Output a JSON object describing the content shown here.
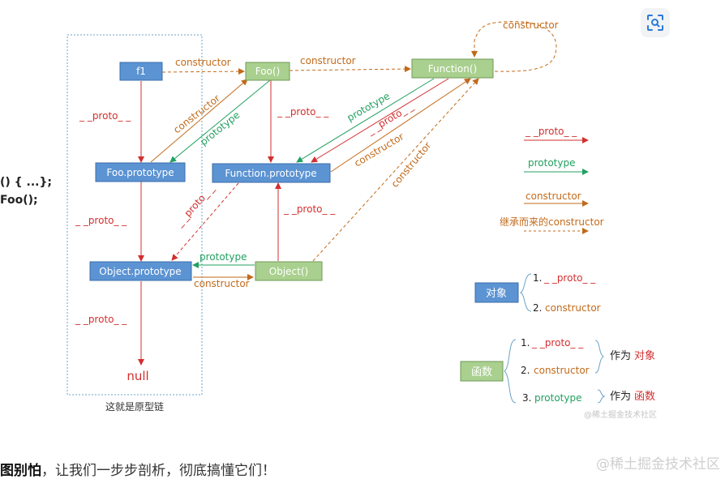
{
  "left_code": {
    "line1": "() { ...};",
    "line2": "Foo();"
  },
  "nodes": {
    "f1": "f1",
    "foo": "Foo()",
    "function": "Function()",
    "foo_prototype": "Foo.prototype",
    "function_prototype": "Function.prototype",
    "object_prototype": "Object.prototype",
    "object": "Object()",
    "null": "null"
  },
  "edge_labels": {
    "constructor": "constructor",
    "prototype": "prototype",
    "proto": "_ _proto_ _"
  },
  "chain_caption": "这就是原型链",
  "legend": {
    "proto": "_ _proto_ _",
    "prototype": "prototype",
    "constructor": "constructor",
    "inherited": "继承而来的constructor"
  },
  "object_box": {
    "label": "对象",
    "item1_num": "1.",
    "item1": "_ _proto_ _",
    "item2_num": "2.",
    "item2": "constructor"
  },
  "function_box": {
    "label": "函数",
    "item1_num": "1.",
    "item1": "_ _proto_ _",
    "item2_num": "2.",
    "item2": "constructor",
    "item3_num": "3.",
    "item3": "prototype",
    "as_object_prefix": "作为",
    "as_object_word": "对象",
    "as_function_prefix": "作为",
    "as_function_word": "函数"
  },
  "watermark_inner": "@稀土掘金技术社区",
  "watermark_bottom": "@稀土掘金技术社区",
  "bottom_text": {
    "bold": "图别怕",
    "rest": "，让我们一步步剖析，彻底搞懂它们！"
  },
  "colors": {
    "proto": "#d32f2f",
    "prototype": "#22a060",
    "constructor": "#c26a1a",
    "blue_node": "#5b93d3",
    "green_node": "#a9d08e"
  }
}
